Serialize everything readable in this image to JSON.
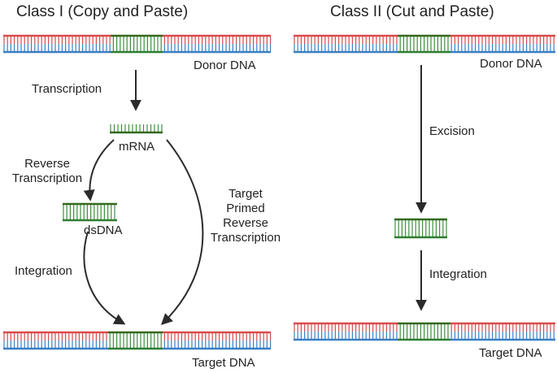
{
  "titles": {
    "class1": "Class I (Copy and Paste)",
    "class2": "Class II (Cut and Paste)"
  },
  "labels": {
    "donor_left": "Donor DNA",
    "donor_right": "Donor DNA",
    "transcription": "Transcription",
    "mrna": "mRNA",
    "reverse_transcription": [
      "Reverse",
      "Transcription"
    ],
    "dsdna": "dsDNA",
    "integration_left": "Integration",
    "target_primed": [
      "Target",
      "Primed",
      "Reverse",
      "Transcription"
    ],
    "target_left": "Target DNA",
    "excision": "Excision",
    "integration_right": "Integration",
    "target_right": "Target DNA"
  },
  "colors": {
    "red_strand": "#d94b4b",
    "blue_strand": "#3a7fc4",
    "green_strand": "#2e7d32",
    "dark_green": "#33691e",
    "rung_green": "#3f8f3f",
    "arrow": "#2b2b2b"
  }
}
